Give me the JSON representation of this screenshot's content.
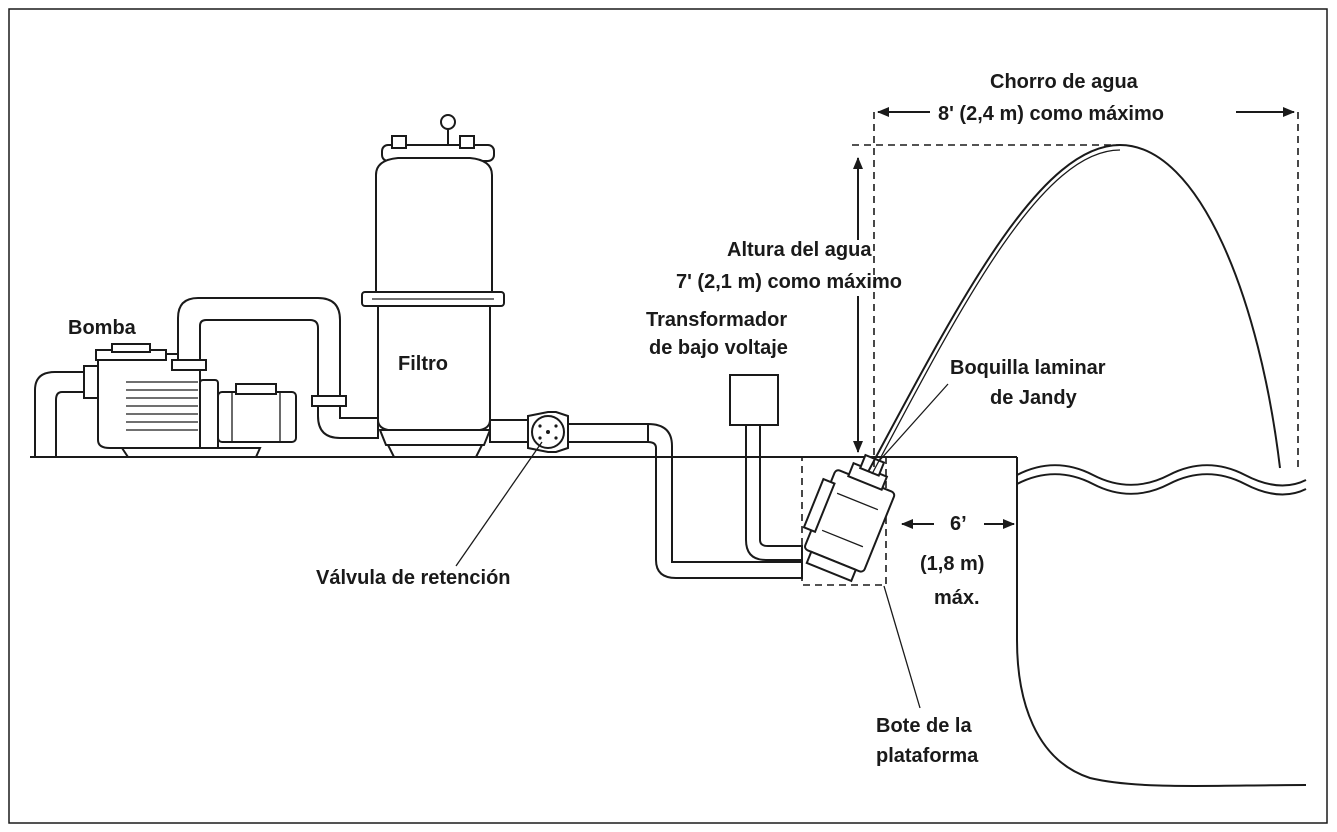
{
  "labels": {
    "bomba": "Bomba",
    "filtro": "Filtro",
    "transformador_1": "Transformador",
    "transformador_2": "de bajo voltaje",
    "valvula": "Válvula de retención",
    "altura_1": "Altura del agua",
    "altura_2": "7' (2,1 m) como máximo",
    "chorro_1": "Chorro de agua",
    "chorro_2": "8' (2,4 m) como máximo",
    "boquilla_1": "Boquilla laminar",
    "boquilla_2": "de Jandy",
    "distancia_1": "6’",
    "distancia_2": "(1,8 m)",
    "distancia_3": "máx.",
    "bote_1": "Bote de la",
    "bote_2": "plataforma"
  }
}
